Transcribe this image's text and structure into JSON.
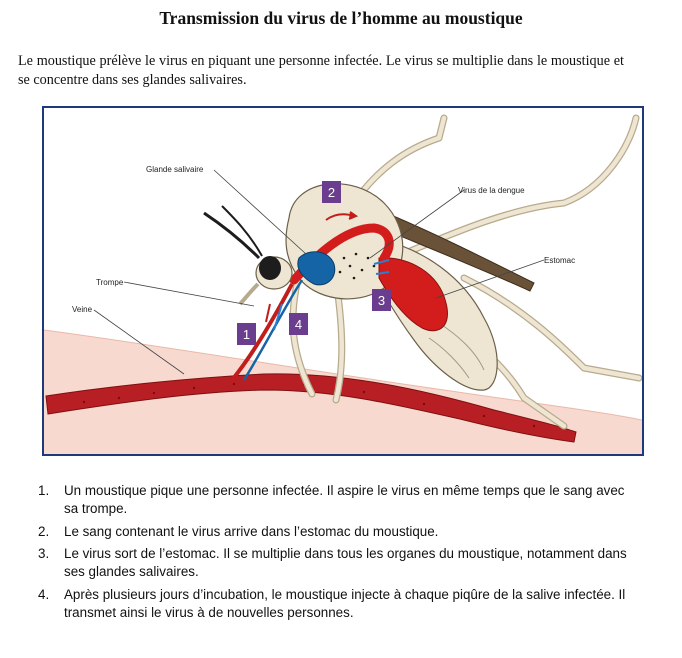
{
  "title": "Transmission du virus de l’homme au moustique",
  "intro": "Le moustique prélève le virus en piquant une personne infectée. Le virus se multiplie dans le moustique et se concentre dans ses glandes salivaires.",
  "diagram": {
    "labels": {
      "glande": "Glande salivaire",
      "virus": "Virus de la dengue",
      "estomac": "Estomac",
      "trompe": "Trompe",
      "veine": "Veine"
    },
    "badges": [
      "1",
      "2",
      "3",
      "4"
    ],
    "colors": {
      "border": "#1f3a7a",
      "badge": "#6a3d8e",
      "blood": "#cc1f1f",
      "gland": "#1565a6",
      "body": "#eee6d2",
      "skin": "#f7d9cf"
    }
  },
  "steps": [
    {
      "num": "1.",
      "text": "Un moustique pique une personne infectée. Il aspire le virus en même temps que le sang avec sa trompe."
    },
    {
      "num": "2.",
      "text": "Le sang contenant le virus arrive dans l’estomac du moustique."
    },
    {
      "num": "3.",
      "text": "Le virus sort de l’estomac. Il se multiplie  dans tous les organes du moustique, notamment dans ses glandes salivaires."
    },
    {
      "num": "4.",
      "text": "Après plusieurs jours d’incubation, le moustique injecte à chaque piqûre de la salive infectée. Il transmet ainsi le virus à de nouvelles personnes."
    }
  ]
}
